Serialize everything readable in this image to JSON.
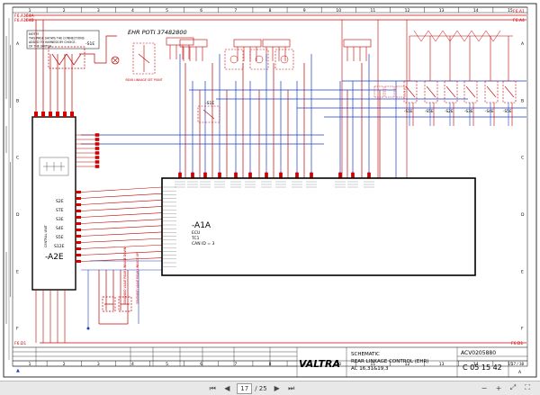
{
  "top_left_labels": [
    "F6.A1E4A",
    "F6.A1E4B"
  ],
  "top_right_labels": [
    "F6.A1",
    "F6.A4"
  ],
  "col_numbers": [
    "1",
    "2",
    "3",
    "4",
    "5",
    "6",
    "7",
    "8",
    "9",
    "10",
    "11",
    "12",
    "13",
    "14",
    "15"
  ],
  "row_letters": [
    "A",
    "B",
    "C",
    "D",
    "E",
    "F"
  ],
  "note_text": [
    "NOTE!",
    "THIS PAGE SHOWS THE CONNECTIONS",
    "ADDED TO HARNESS BY CHOICE.",
    "OF THE SWITCH."
  ],
  "ehr_poti": "EHR POTI 37482800",
  "left_block": {
    "name": "-A2E",
    "sub": "CENTRAL UNIT",
    "pins": [
      "STE",
      "S3E",
      "S4E",
      "S5E",
      "S12E",
      "S2E"
    ]
  },
  "main_block": {
    "name": "-A1A",
    "line1": "ECU",
    "line2": "TC1",
    "line3": "CAN ID = 3"
  },
  "switches": [
    "-S1E",
    "-S1E",
    "-S5E",
    "-S2E",
    "-S3E",
    "-S4E",
    "-S5E",
    "-S1E",
    "-S2E",
    "-S3E",
    "-S4E"
  ],
  "bottom_left_label": "F6.D1",
  "bottom_right_label": "F6.D1",
  "title_block": {
    "scheme": "SCHEMATIC",
    "desc1": "REAR LINKAGE CONTROL (EHR)",
    "desc2": "AC 16,31&19,3",
    "logo": "VALTRA",
    "drawing_no": "ACV0205880",
    "code": "C 05 15 42",
    "sheet": "17 / 38",
    "rev": "A"
  },
  "viewer": {
    "page_current": "17",
    "page_total": "/ 25"
  }
}
